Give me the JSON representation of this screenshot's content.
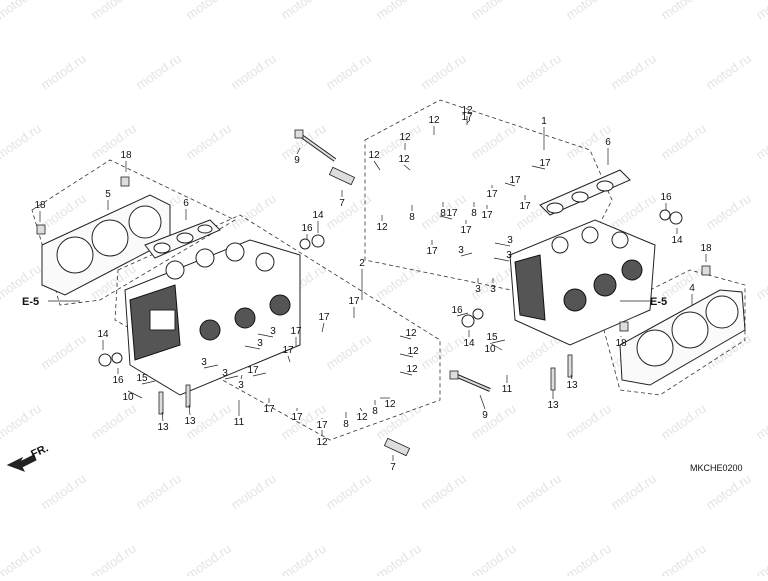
{
  "diagram": {
    "code": "MKCHE0200",
    "direction_label": "FR.",
    "ref_label": "E-5",
    "watermark": "motod.ru",
    "callouts": [
      "1",
      "2",
      "3",
      "4",
      "5",
      "6",
      "7",
      "8",
      "9",
      "10",
      "11",
      "12",
      "13",
      "14",
      "15",
      "16",
      "17",
      "18"
    ]
  },
  "colors": {
    "line": "#222222",
    "watermark": "#e4e4e4",
    "background": "#ffffff"
  }
}
